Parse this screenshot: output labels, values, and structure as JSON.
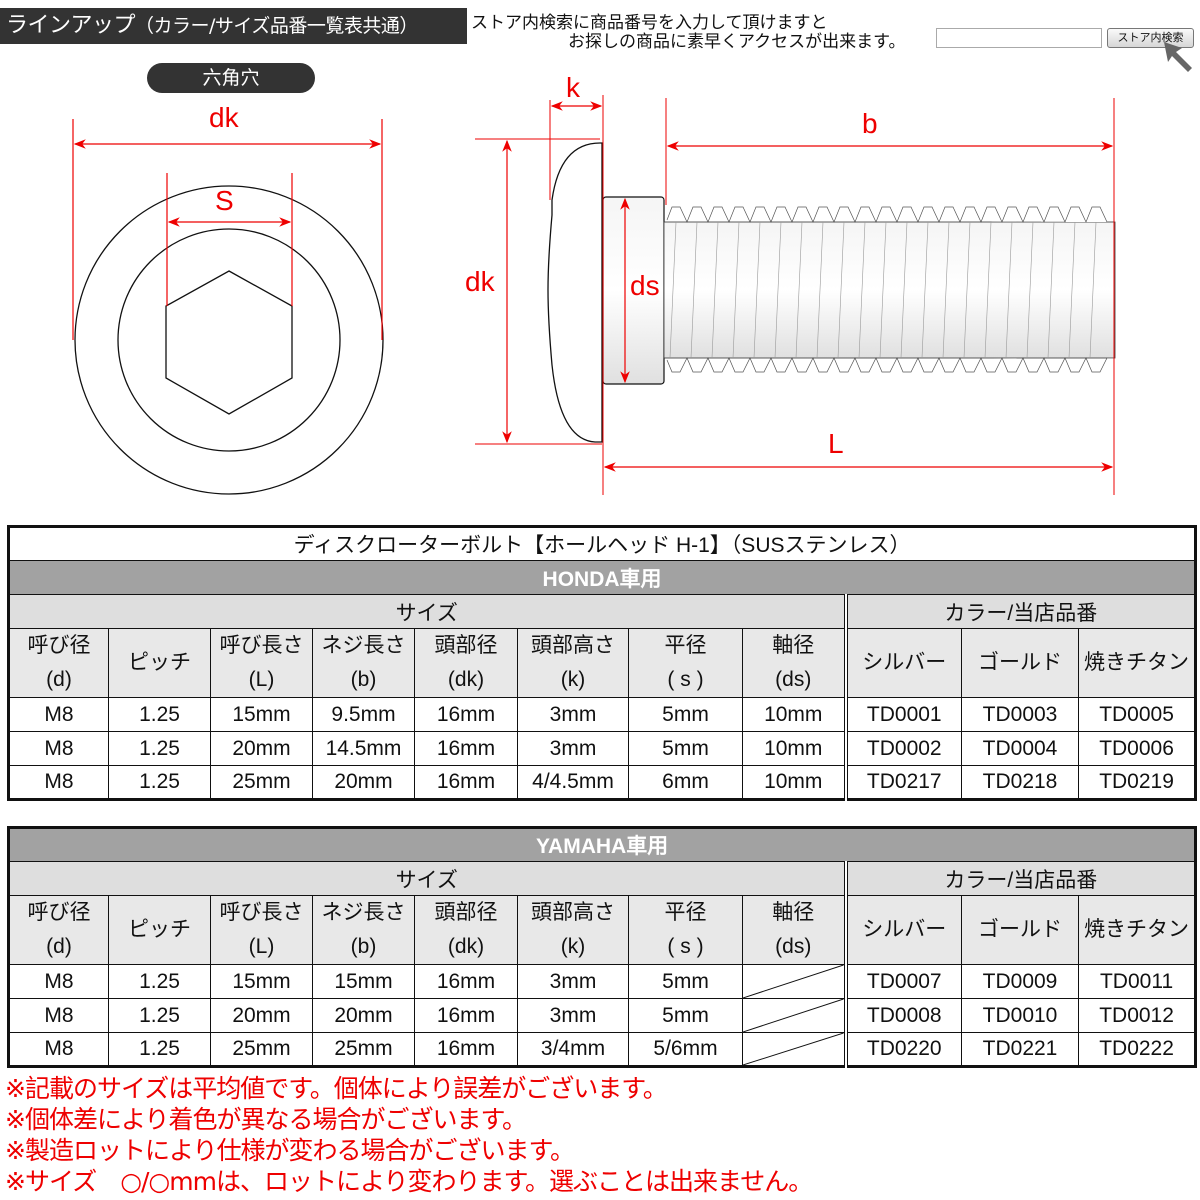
{
  "header": {
    "title": "ラインアップ",
    "subtitle": "（カラー/サイズ品番一覧表共通）",
    "search_note_line1": "ストア内検索に商品番号を入力して頂けますと",
    "search_note_line2": "お探しの商品に素早くアクセスが出来ます。",
    "search_input_value": "",
    "search_button_label": "ストア内検索"
  },
  "diagram": {
    "pill_label": "六角穴",
    "labels": {
      "dk_top": "dk",
      "s": "S",
      "k": "k",
      "b": "b",
      "dk_side": "dk",
      "ds": "ds",
      "L": "L"
    },
    "line_color": "#ee0000"
  },
  "table": {
    "title": "ディスクローターボルト【ホールヘッド H-1】（SUSステンレス）",
    "size_group": "サイズ",
    "color_group": "カラー/当店品番",
    "columns": [
      {
        "l1": "呼び径",
        "l2": "(d)"
      },
      {
        "l1": "ピッチ",
        "l2": ""
      },
      {
        "l1": "呼び長さ",
        "l2": "(L)"
      },
      {
        "l1": "ネジ長さ",
        "l2": "(b)"
      },
      {
        "l1": "頭部径",
        "l2": "(dk)"
      },
      {
        "l1": "頭部高さ",
        "l2": "(k)"
      },
      {
        "l1": "平径",
        "l2": "( s )"
      },
      {
        "l1": "軸径",
        "l2": "(ds)"
      }
    ],
    "color_columns": [
      "シルバー",
      "ゴールド",
      "焼きチタン"
    ],
    "honda": {
      "label": "HONDA車用",
      "rows": [
        [
          "M8",
          "1.25",
          "15mm",
          "9.5mm",
          "16mm",
          "3mm",
          "5mm",
          "10mm",
          "TD0001",
          "TD0003",
          "TD0005"
        ],
        [
          "M8",
          "1.25",
          "20mm",
          "14.5mm",
          "16mm",
          "3mm",
          "5mm",
          "10mm",
          "TD0002",
          "TD0004",
          "TD0006"
        ],
        [
          "M8",
          "1.25",
          "25mm",
          "20mm",
          "16mm",
          "4/4.5mm",
          "6mm",
          "10mm",
          "TD0217",
          "TD0218",
          "TD0219"
        ]
      ]
    },
    "yamaha": {
      "label": "YAMAHA車用",
      "rows": [
        [
          "M8",
          "1.25",
          "15mm",
          "15mm",
          "16mm",
          "3mm",
          "5mm",
          "",
          "TD0007",
          "TD0009",
          "TD0011"
        ],
        [
          "M8",
          "1.25",
          "20mm",
          "20mm",
          "16mm",
          "3mm",
          "5mm",
          "",
          "TD0008",
          "TD0010",
          "TD0012"
        ],
        [
          "M8",
          "1.25",
          "25mm",
          "25mm",
          "16mm",
          "3/4mm",
          "5/6mm",
          "",
          "TD0220",
          "TD0221",
          "TD0222"
        ]
      ]
    }
  },
  "notes": [
    "※記載のサイズは平均値です。個体により誤差がございます。",
    "※個体差により着色が異なる場合がございます。",
    "※製造ロットにより仕様が変わる場合がございます。",
    "※サイズ　○/○mmは、ロットにより変わります。選ぶことは出来ません。"
  ]
}
